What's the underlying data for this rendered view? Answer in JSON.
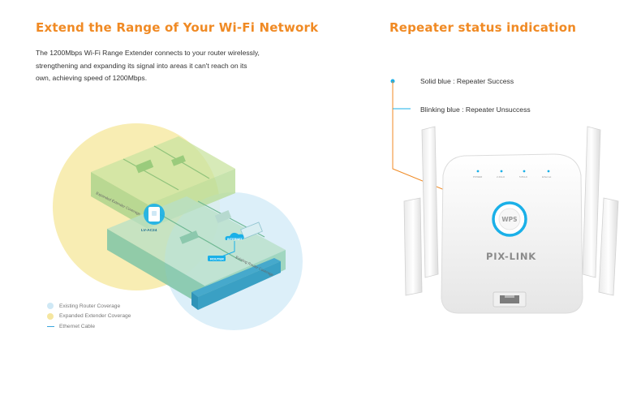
{
  "left_section": {
    "title": "Extend the Range of Your Wi-Fi Network",
    "description_lines": [
      "The 1200Mbps Wi-Fi Range Extender connects to your router wirelessly,",
      "strengthening and expanding its signal into areas it can't reach on its",
      "own, achieving speed of 1200Mbps."
    ],
    "diagram": {
      "extender_coverage_label": "Expanded Extender Coverage",
      "router_coverage_label": "Existing Router Coverage",
      "extender_device_label": "LV-AC24",
      "internet_label": "INTERNET",
      "router_label": "ROUTER"
    },
    "legend": [
      {
        "label": "Existing Router Coverage",
        "color": "#cfe8f5",
        "shape": "dot"
      },
      {
        "label": "Expanded Extender Coverage",
        "color": "#f5e6a0",
        "shape": "dot"
      },
      {
        "label": "Ethernet Cable",
        "color": "#3aa6dd",
        "shape": "line"
      }
    ]
  },
  "right_section": {
    "title": "Repeater status indication",
    "status_items": [
      {
        "label": "Solid blue : Repeater  Success"
      },
      {
        "label": "Blinking blue : Repeater  Unsuccess"
      }
    ],
    "device": {
      "brand": "PIX-LINK",
      "button_label": "WPS",
      "indicator_labels": [
        "POWER",
        "2.4GHz",
        "5.8GHz",
        "Ethernet"
      ]
    }
  },
  "colors": {
    "accent_orange": "#f08a24",
    "indicator_blue": "#1ab0e8",
    "extender_yellow": "#f7eaa6",
    "router_blue": "#d6ecf8"
  }
}
